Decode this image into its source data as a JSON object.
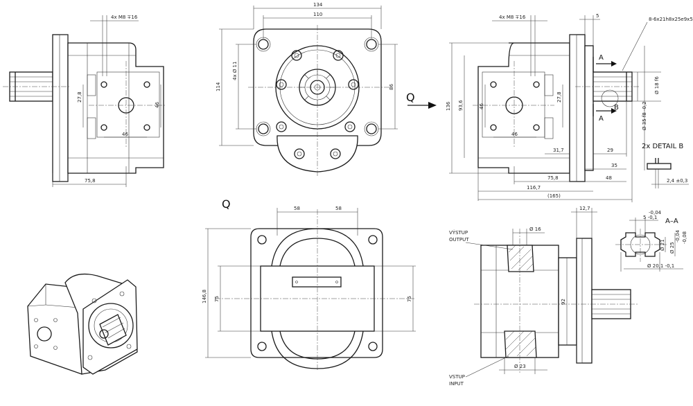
{
  "labels": {
    "view_q_arrow": "Q",
    "view_q_title": "Q",
    "detail_b_title": "2x DETAIL B",
    "section_aa_title": "A–A",
    "section_a_top": "A",
    "section_a_bottom": "A",
    "detail_b_marker": "B",
    "output_port": [
      "VÝSTUP",
      "OUTPUT"
    ],
    "input_port": [
      "VSTUP",
      "INPUT"
    ],
    "spline_spec": "8-6x21h8x25e9x5"
  },
  "dimensions": {
    "left_thread": "4x M8 ∓16",
    "left_27_8": "27,8",
    "left_46_v": "46",
    "left_46_h": "46",
    "left_75_8": "75,8",
    "front_134": "134",
    "front_110": "110",
    "front_114": "114",
    "front_4x_d11": "4x Ø 11",
    "front_86": "86",
    "right_thread": "4x M8 ∓16",
    "right_5": "5",
    "right_136": "136",
    "right_93_6": "93,6",
    "right_46": "46",
    "right_27_8": "27,8",
    "right_46_h": "46",
    "right_31_7": "31,7",
    "right_29": "29",
    "right_35": "35",
    "right_75_8": "75,8",
    "right_48": "48",
    "right_116_7": "116,7",
    "right_165": "(165)",
    "right_d18": "Ø 18 f6",
    "right_d35": "Ø 35 f8 -0,2",
    "detail_b_24": "2,4 ±0,3",
    "q_58_left": "58",
    "q_58_right": "58",
    "q_146_8": "146,8",
    "q_75_left": "75",
    "q_75_right": "75",
    "side_d16": "Ø 16",
    "side_12_7": "12,7",
    "side_92": "92",
    "side_d23": "Ø 23",
    "aa_5": "5 -0,1",
    "aa_tol_top": "-0,04",
    "aa_d21": "Ø 21",
    "aa_d25": "Ø 25",
    "aa_tol_side_1": "-0,04",
    "aa_tol_side_2": "-0,08",
    "aa_20_1": "Ø 20,1 -0,1"
  }
}
